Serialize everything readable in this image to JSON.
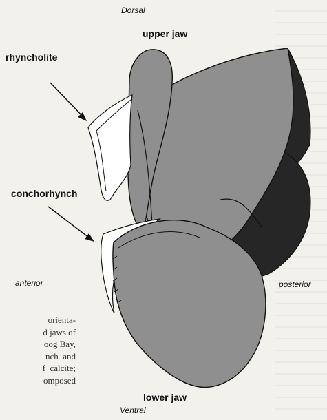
{
  "labels": {
    "dorsal": "Dorsal",
    "upper_jaw": "upper jaw",
    "rhyncholite": "rhyncholite",
    "conchorhynch": "conchorhynch",
    "anterior": "anterior",
    "posterior": "posterior",
    "lower_jaw": "lower jaw",
    "ventral": "Ventral"
  },
  "background_page_text": "orienta-\nd jaws of\noog Bay,\nnch  and\nf  calcite;\nomposed",
  "colors": {
    "background": "#f3f1ec",
    "jaw_gray": "#8f8f8f",
    "jaw_dark": "#262626",
    "calcite_white": "#ffffff"
  }
}
